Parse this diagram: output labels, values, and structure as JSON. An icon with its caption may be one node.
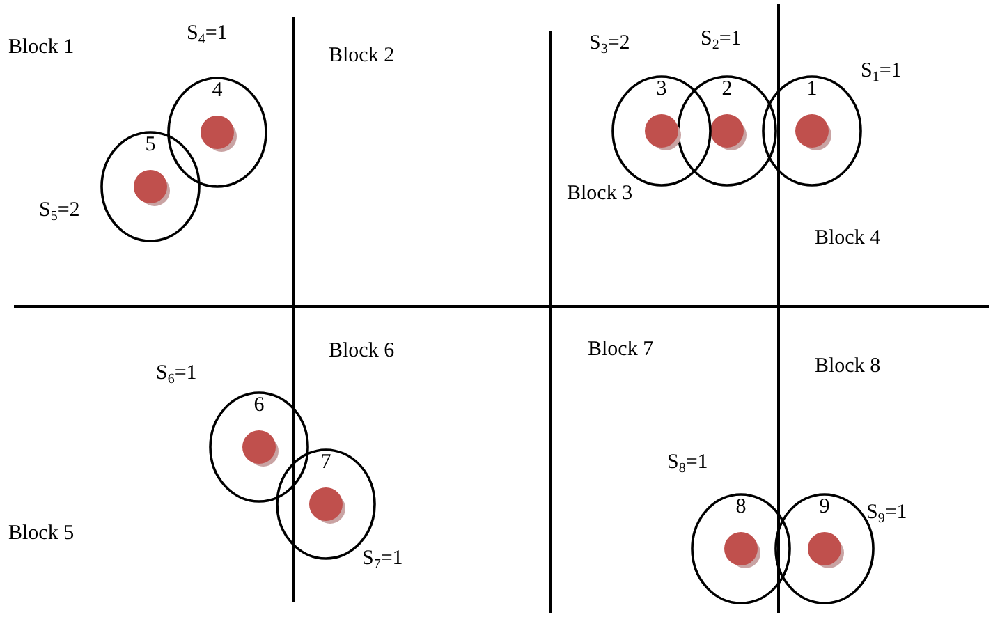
{
  "diagram": {
    "nodes": [
      {
        "text": [
          "1"
        ]
      },
      {
        "text": [
          "2"
        ]
      },
      {
        "text": [
          "3"
        ]
      },
      {
        "text": [
          "4"
        ]
      },
      {
        "text": [
          "5"
        ]
      },
      {
        "text": [
          "6"
        ]
      },
      {
        "text": [
          "7"
        ]
      },
      {
        "text": [
          "8"
        ]
      },
      {
        "text": [
          "9"
        ]
      }
    ],
    "labels": [
      "Block 1",
      "S$_{4}$=1",
      "Block 2",
      "S$_{3}$=2",
      "S$_{2}$=1",
      "S$_{1}$=1",
      "S$_{5}$=2",
      "Block 3",
      "Block 4",
      "Block 7",
      "Block 6",
      "Block 8",
      "S$_{6}$=1",
      "S$_{8}$=1",
      "S$_{9}$=1",
      "Block 5",
      "S$_{7}$=1"
    ]
  }
}
